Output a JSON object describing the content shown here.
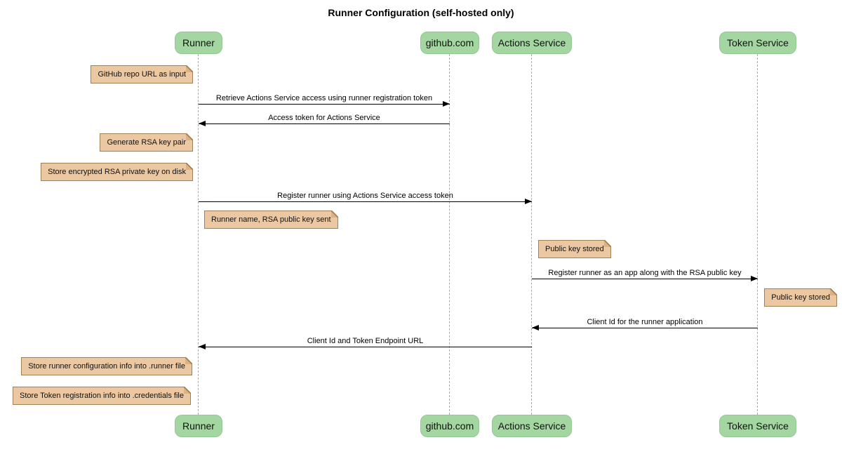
{
  "title": "Runner Configuration (self-hosted only)",
  "participants": [
    {
      "label": "Runner"
    },
    {
      "label": "github.com"
    },
    {
      "label": "Actions Service"
    },
    {
      "label": "Token Service"
    }
  ],
  "messages": [
    {
      "label": "Retrieve Actions Service access using runner registration token",
      "from": "Runner",
      "to": "github.com",
      "direction": "right"
    },
    {
      "label": "Access token for Actions Service",
      "from": "github.com",
      "to": "Runner",
      "direction": "left"
    },
    {
      "label": "Register runner using Actions Service access token",
      "from": "Runner",
      "to": "Actions Service",
      "direction": "right"
    },
    {
      "label": "Register runner as an app along with the RSA public key",
      "from": "Actions Service",
      "to": "Token Service",
      "direction": "right"
    },
    {
      "label": "Client Id for the runner application",
      "from": "Token Service",
      "to": "Actions Service",
      "direction": "left"
    },
    {
      "label": "Client Id and Token Endpoint URL",
      "from": "Actions Service",
      "to": "Runner",
      "direction": "left"
    }
  ],
  "notes": [
    {
      "text": "GitHub repo URL as input",
      "attached_to": "Runner",
      "side": "left"
    },
    {
      "text": "Generate RSA key pair",
      "attached_to": "Runner",
      "side": "left"
    },
    {
      "text": "Store encrypted RSA private key on disk",
      "attached_to": "Runner",
      "side": "left"
    },
    {
      "text": "Runner name, RSA public key sent",
      "attached_to": "Runner",
      "side": "right"
    },
    {
      "text": "Public key stored",
      "attached_to": "Actions Service",
      "side": "right"
    },
    {
      "text": "Public key stored",
      "attached_to": "Token Service",
      "side": "right"
    },
    {
      "text": "Store runner configuration info into .runner file",
      "attached_to": "Runner",
      "side": "left"
    },
    {
      "text": "Store Token registration info into .credentials file",
      "attached_to": "Runner",
      "side": "left"
    }
  ],
  "colors": {
    "participant_fill": "#a3d6a0",
    "participant_stroke": "#94c794",
    "note_fill": "#ebc8a2",
    "note_stroke": "#a08054",
    "lifeline": "#aaaaaa",
    "arrow": "#000000"
  }
}
